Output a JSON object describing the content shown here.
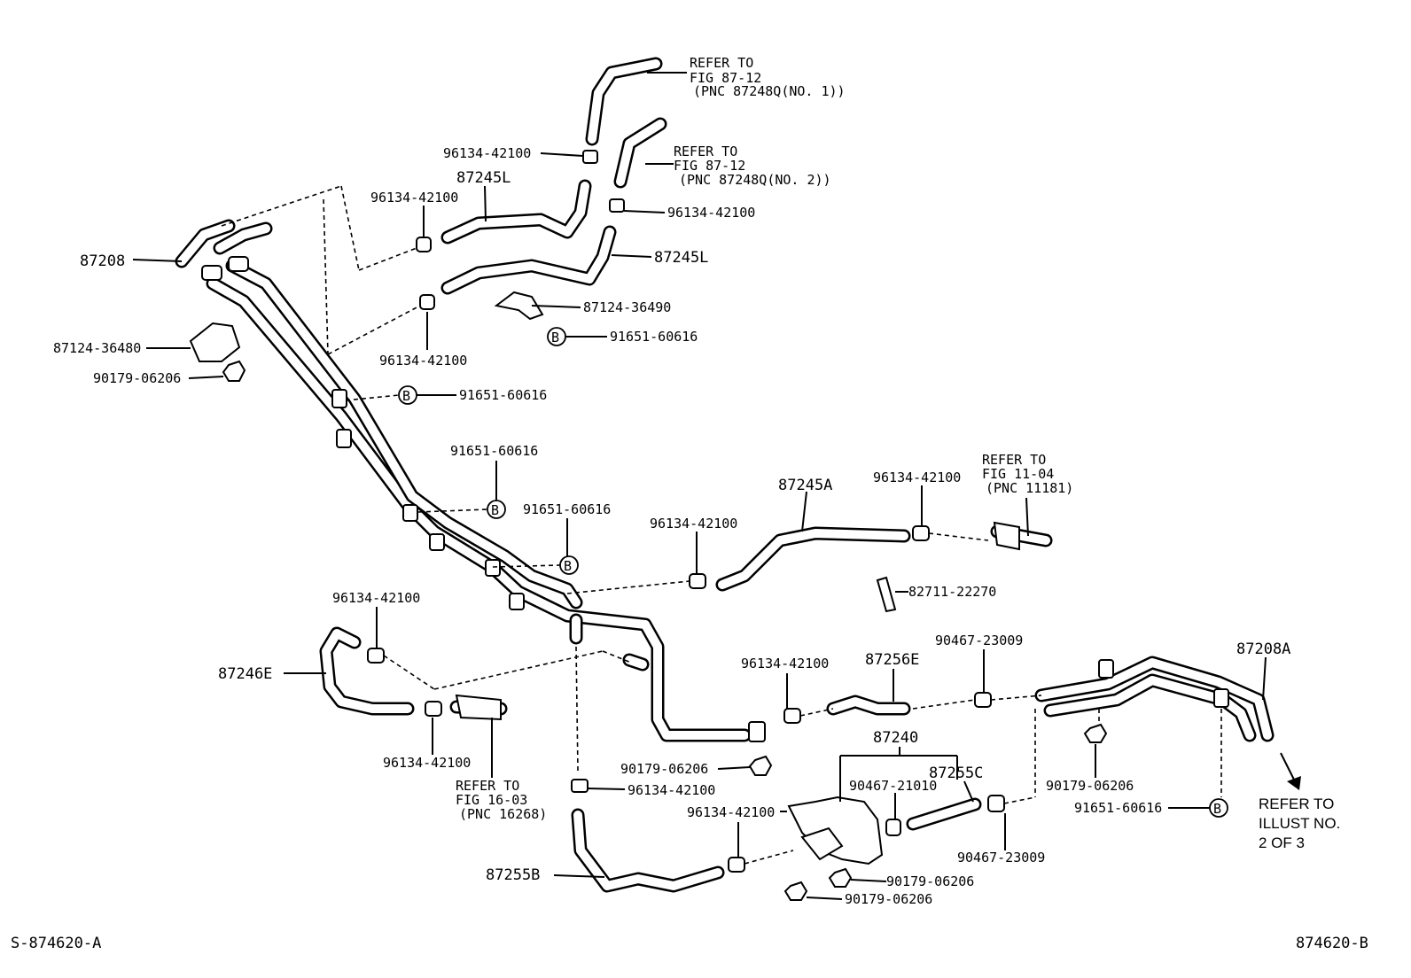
{
  "labels": {
    "c_96134_top": "96134-42100",
    "c_96134_a": "96134-42100",
    "c_96134_b": "96134-42100",
    "c_96134_c": "96134-42100",
    "c_96134_d": "96134-42100",
    "c_96134_e": "96134-42100",
    "c_96134_f": "96134-42100",
    "c_96134_g": "96134-42100",
    "c_96134_h": "96134-42100",
    "c_96134_i": "96134-42100",
    "c_96134_j": "96134-42100",
    "p_87245L_a": "87245L",
    "p_87245L_b": "87245L",
    "p_87208": "87208",
    "p_87124_36480": "87124-36480",
    "p_90179_a": "90179-06206",
    "p_90179_b": "90179-06206",
    "p_90179_c": "90179-06206",
    "p_90179_d": "90179-06206",
    "p_90179_e": "90179-06206",
    "p_87124_36490": "87124-36490",
    "b_91651_a": "91651-60616",
    "b_91651_b": "91651-60616",
    "b_91651_c": "91651-60616",
    "b_91651_d": "91651-60616",
    "b_91651_e": "91651-60616",
    "p_87245A": "87245A",
    "p_82711": "82711-22270",
    "p_87246E": "87246E",
    "p_87256E": "87256E",
    "p_90467_23009_a": "90467-23009",
    "p_90467_23009_b": "90467-23009",
    "p_87208A": "87208A",
    "p_87240": "87240",
    "p_90467_21010": "90467-21010",
    "p_87255C": "87255C",
    "p_87255B": "87255B",
    "ref1_l1": "REFER TO",
    "ref1_l2": "FIG 87-12",
    "ref1_l3": "(PNC 87248Q(NO. 1))",
    "ref2_l1": "REFER TO",
    "ref2_l2": "FIG 87-12",
    "ref2_l3": "(PNC 87248Q(NO. 2))",
    "ref3_l1": "REFER TO",
    "ref3_l2": "FIG 11-04",
    "ref3_l3": "(PNC 11181)",
    "ref4_l1": "REFER TO",
    "ref4_l2": "FIG 16-03",
    "ref4_l3": "(PNC 16268)",
    "ref5_l1": "REFER TO",
    "ref5_l2": "ILLUST NO.",
    "ref5_l3": "2 OF 3",
    "b_letter": "B",
    "code_left": "S-874620-A",
    "code_right": "874620-B"
  }
}
